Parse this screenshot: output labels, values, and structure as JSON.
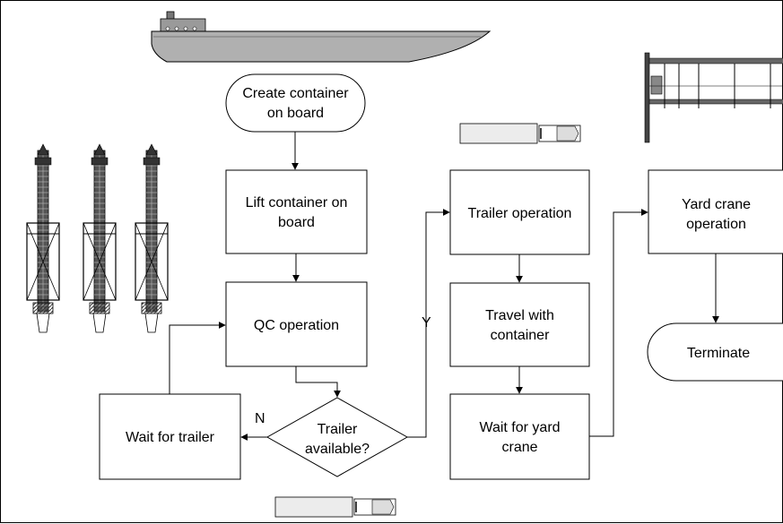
{
  "nodes": {
    "create_container": {
      "line1": "Create container",
      "line2": "on board"
    },
    "lift_container": {
      "line1": "Lift container on",
      "line2": "board"
    },
    "qc_operation": {
      "line1": "QC operation"
    },
    "trailer_available": {
      "line1": "Trailer",
      "line2": "available?"
    },
    "wait_for_trailer": {
      "line1": "Wait for trailer"
    },
    "trailer_operation": {
      "line1": "Trailer operation"
    },
    "travel_with_container": {
      "line1": "Travel with",
      "line2": "container"
    },
    "wait_for_yard_crane": {
      "line1": "Wait for yard",
      "line2": "crane"
    },
    "yard_crane_operation": {
      "line1": "Yard crane",
      "line2": "operation"
    },
    "terminate": {
      "line1": "Terminate"
    }
  },
  "edge_labels": {
    "yes": "Y",
    "no": "N"
  },
  "colors": {
    "stroke": "#000000",
    "fill": "#ffffff",
    "ship_fill": "#b0b0b0",
    "truck_fill": "#e6e6e6",
    "crane_fill": "#4a4a4a"
  },
  "illustrations": [
    "ship-icon",
    "quay-crane-icon",
    "trailer-truck-icon",
    "yard-crane-icon"
  ]
}
